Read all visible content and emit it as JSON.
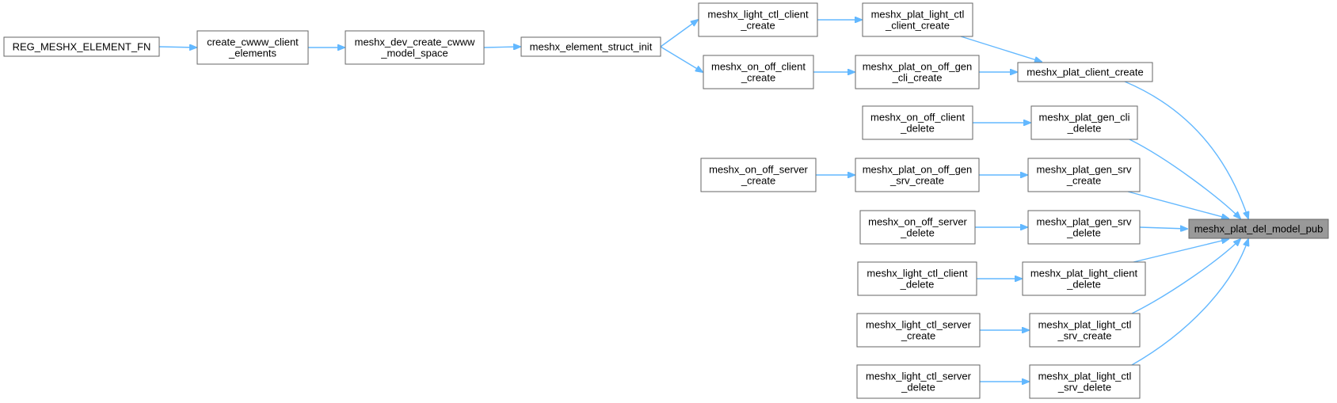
{
  "diagram": {
    "colors": {
      "edge": "#63b8ff",
      "node_border": "#666666",
      "root_fill": "#999999",
      "node_fill": "#ffffff"
    },
    "nodes": [
      {
        "id": "root",
        "lines": [
          "meshx_plat_del_model_pub"
        ],
        "root": true
      },
      {
        "id": "n_client_create",
        "lines": [
          "meshx_plat_client_create"
        ]
      },
      {
        "id": "n_gen_cli_delete",
        "lines": [
          "meshx_plat_gen_cli",
          "_delete"
        ]
      },
      {
        "id": "n_gen_srv_create",
        "lines": [
          "meshx_plat_gen_srv",
          "_create"
        ]
      },
      {
        "id": "n_gen_srv_delete",
        "lines": [
          "meshx_plat_gen_srv",
          "_delete"
        ]
      },
      {
        "id": "n_light_client_delete",
        "lines": [
          "meshx_plat_light_client",
          "_delete"
        ]
      },
      {
        "id": "n_light_ctl_srv_create",
        "lines": [
          "meshx_plat_light_ctl",
          "_srv_create"
        ]
      },
      {
        "id": "n_light_ctl_srv_delete",
        "lines": [
          "meshx_plat_light_ctl",
          "_srv_delete"
        ]
      },
      {
        "id": "n_plat_light_ctl_client_create",
        "lines": [
          "meshx_plat_light_ctl",
          "_client_create"
        ]
      },
      {
        "id": "n_plat_on_off_gen_cli_create",
        "lines": [
          "meshx_plat_on_off_gen",
          "_cli_create"
        ]
      },
      {
        "id": "n_on_off_client_delete",
        "lines": [
          "meshx_on_off_client",
          "_delete"
        ]
      },
      {
        "id": "n_plat_on_off_gen_srv_create",
        "lines": [
          "meshx_plat_on_off_gen",
          "_srv_create"
        ]
      },
      {
        "id": "n_on_off_server_delete",
        "lines": [
          "meshx_on_off_server",
          "_delete"
        ]
      },
      {
        "id": "n_light_ctl_client_delete",
        "lines": [
          "meshx_light_ctl_client",
          "_delete"
        ]
      },
      {
        "id": "n_light_ctl_server_create",
        "lines": [
          "meshx_light_ctl_server",
          "_create"
        ]
      },
      {
        "id": "n_light_ctl_server_delete",
        "lines": [
          "meshx_light_ctl_server",
          "_delete"
        ]
      },
      {
        "id": "n_light_ctl_client_create",
        "lines": [
          "meshx_light_ctl_client",
          "_create"
        ]
      },
      {
        "id": "n_on_off_client_create",
        "lines": [
          "meshx_on_off_client",
          "_create"
        ]
      },
      {
        "id": "n_on_off_server_create",
        "lines": [
          "meshx_on_off_server",
          "_create"
        ]
      },
      {
        "id": "n_element_struct_init",
        "lines": [
          "meshx_element_struct_init"
        ]
      },
      {
        "id": "n_dev_create_cwww",
        "lines": [
          "meshx_dev_create_cwww",
          "_model_space"
        ]
      },
      {
        "id": "n_create_cwww_client",
        "lines": [
          "create_cwww_client",
          "_elements"
        ]
      },
      {
        "id": "n_reg_element_fn",
        "lines": [
          "REG_MESHX_ELEMENT_FN"
        ]
      }
    ],
    "edges": [
      {
        "from": "n_client_create",
        "to": "root"
      },
      {
        "from": "n_gen_cli_delete",
        "to": "root"
      },
      {
        "from": "n_gen_srv_create",
        "to": "root"
      },
      {
        "from": "n_gen_srv_delete",
        "to": "root"
      },
      {
        "from": "n_light_client_delete",
        "to": "root"
      },
      {
        "from": "n_light_ctl_srv_create",
        "to": "root"
      },
      {
        "from": "n_light_ctl_srv_delete",
        "to": "root"
      },
      {
        "from": "n_plat_light_ctl_client_create",
        "to": "n_client_create"
      },
      {
        "from": "n_plat_on_off_gen_cli_create",
        "to": "n_client_create"
      },
      {
        "from": "n_on_off_client_delete",
        "to": "n_gen_cli_delete"
      },
      {
        "from": "n_plat_on_off_gen_srv_create",
        "to": "n_gen_srv_create"
      },
      {
        "from": "n_on_off_server_delete",
        "to": "n_gen_srv_delete"
      },
      {
        "from": "n_light_ctl_client_delete",
        "to": "n_light_client_delete"
      },
      {
        "from": "n_light_ctl_server_create",
        "to": "n_light_ctl_srv_create"
      },
      {
        "from": "n_light_ctl_server_delete",
        "to": "n_light_ctl_srv_delete"
      },
      {
        "from": "n_light_ctl_client_create",
        "to": "n_plat_light_ctl_client_create"
      },
      {
        "from": "n_on_off_client_create",
        "to": "n_plat_on_off_gen_cli_create"
      },
      {
        "from": "n_on_off_server_create",
        "to": "n_plat_on_off_gen_srv_create"
      },
      {
        "from": "n_element_struct_init",
        "to": "n_light_ctl_client_create"
      },
      {
        "from": "n_element_struct_init",
        "to": "n_on_off_client_create"
      },
      {
        "from": "n_dev_create_cwww",
        "to": "n_element_struct_init"
      },
      {
        "from": "n_create_cwww_client",
        "to": "n_dev_create_cwww"
      },
      {
        "from": "n_reg_element_fn",
        "to": "n_create_cwww_client"
      }
    ]
  }
}
